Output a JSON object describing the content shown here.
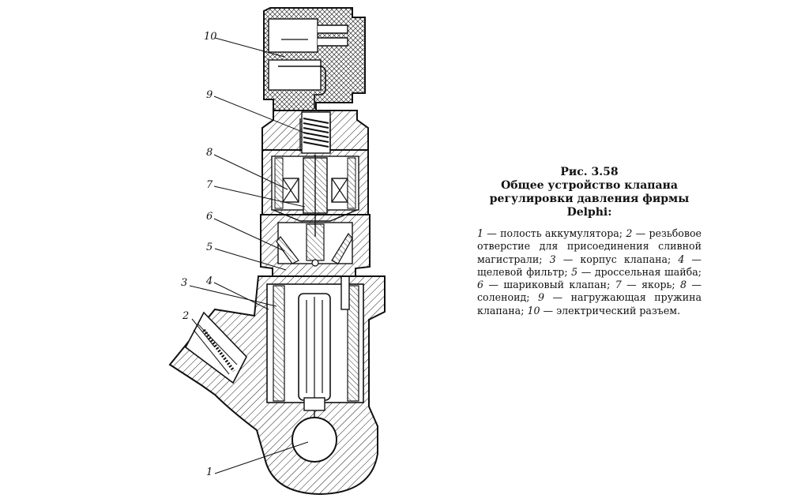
{
  "figure": {
    "number": "Рис. 3.58",
    "title": "Общее устройство клапана регулировки давления фирмы Delphi:"
  },
  "callouts": [
    "1",
    "2",
    "3",
    "4",
    "5",
    "6",
    "7",
    "8",
    "9",
    "10"
  ],
  "legend": [
    {
      "num": "1",
      "text": "полость аккумулятора"
    },
    {
      "num": "2",
      "text": "резьбовое отверстие для присоединения сливной магистрали"
    },
    {
      "num": "3",
      "text": "корпус клапана"
    },
    {
      "num": "4",
      "text": "щелевой фильтр"
    },
    {
      "num": "5",
      "text": "дроссельная шайба"
    },
    {
      "num": "6",
      "text": "шариковый клапан"
    },
    {
      "num": "7",
      "text": "якорь"
    },
    {
      "num": "8",
      "text": "соленоид"
    },
    {
      "num": "9",
      "text": "нагружающая пружина клапана"
    },
    {
      "num": "10",
      "text": "электрический разъем"
    }
  ]
}
